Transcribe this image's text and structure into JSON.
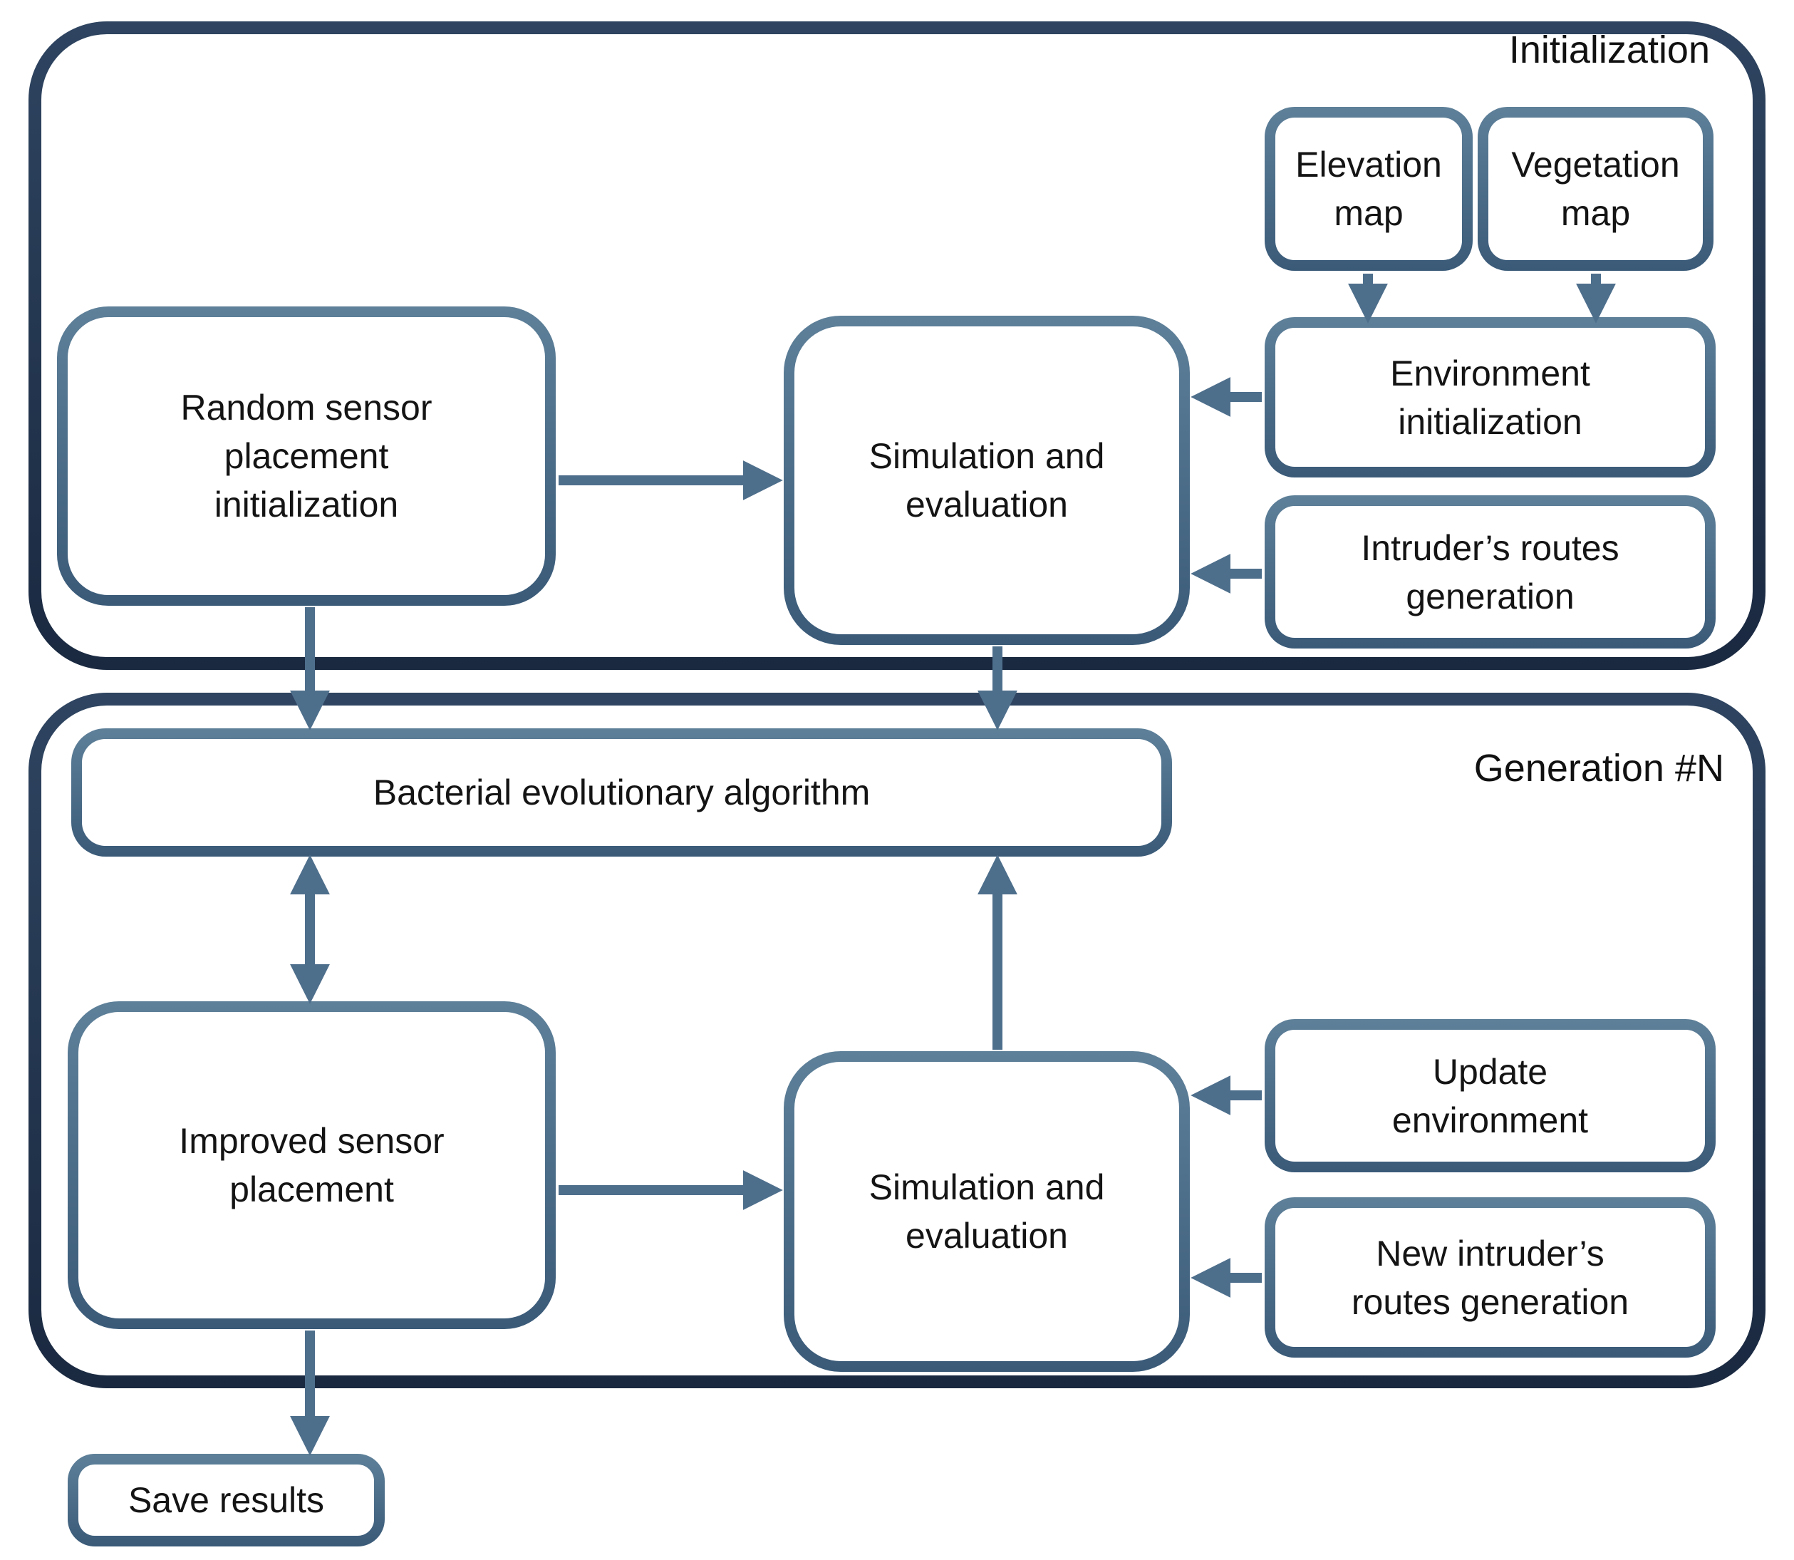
{
  "colors": {
    "frame_border": "#233349",
    "node_border": "#4a6b88",
    "arrow": "#4e6f8c",
    "text": "#111111",
    "background": "#ffffff"
  },
  "diagram": {
    "initialization": {
      "label": "Initialization",
      "nodes": {
        "elevation_map": {
          "lines": [
            "Elevation",
            "map"
          ]
        },
        "vegetation_map": {
          "lines": [
            "Vegetation",
            "map"
          ]
        },
        "environment_initialization": {
          "lines": [
            "Environment",
            "initialization"
          ]
        },
        "intruders_routes_generation": {
          "lines": [
            "Intruder’s routes",
            "generation"
          ]
        },
        "random_sensor_placement": {
          "lines": [
            "Random sensor",
            "placement",
            "initialization"
          ]
        },
        "simulation_evaluation": {
          "lines": [
            "Simulation and",
            "evaluation"
          ]
        }
      }
    },
    "generation": {
      "label": "Generation #N",
      "nodes": {
        "bacterial_evolutionary_algorithm": {
          "lines": [
            "Bacterial evolutionary algorithm"
          ]
        },
        "improved_sensor_placement": {
          "lines": [
            "Improved sensor",
            "placement"
          ]
        },
        "simulation_evaluation": {
          "lines": [
            "Simulation and",
            "evaluation"
          ]
        },
        "update_environment": {
          "lines": [
            "Update",
            "environment"
          ]
        },
        "new_intruders_routes_generation": {
          "lines": [
            "New intruder’s",
            "routes generation"
          ]
        }
      }
    },
    "save_results": {
      "lines": [
        "Save results"
      ]
    }
  }
}
